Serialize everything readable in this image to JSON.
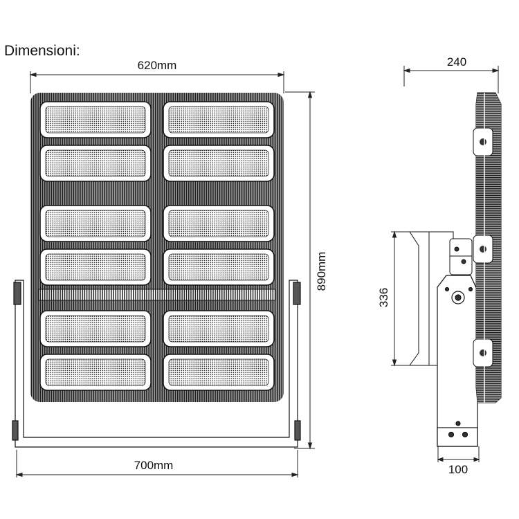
{
  "title": "Dimensioni:",
  "front_view": {
    "width_label": "620mm",
    "height_label": "890mm",
    "bracket_width_label": "700mm"
  },
  "side_view": {
    "depth_label": "240",
    "bracket_height_label": "336",
    "base_label": "100"
  }
}
